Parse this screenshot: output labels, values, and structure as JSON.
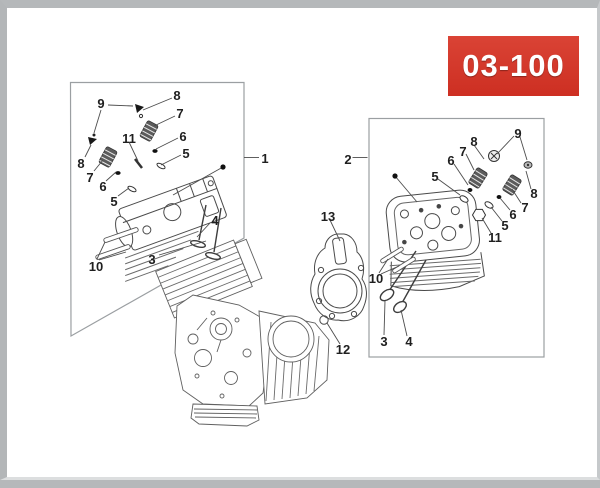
{
  "badge": {
    "label": "03-100"
  },
  "colors": {
    "badge_bg": "#d6392c",
    "badge_text": "#ffffff",
    "drawing_line": "#555555",
    "box_line": "#9b9fa2",
    "page_frame": "#b5b8ba"
  },
  "left_assembly": {
    "callouts": [
      "1",
      "9",
      "8",
      "7",
      "6",
      "5",
      "11",
      "8",
      "7",
      "6",
      "5",
      "4",
      "3",
      "10"
    ]
  },
  "right_assembly": {
    "callouts": [
      "2",
      "9",
      "8",
      "7",
      "6",
      "5",
      "8",
      "7",
      "6",
      "5",
      "11",
      "10",
      "3",
      "4"
    ]
  },
  "center_parts": {
    "callouts": [
      "13",
      "12"
    ]
  }
}
